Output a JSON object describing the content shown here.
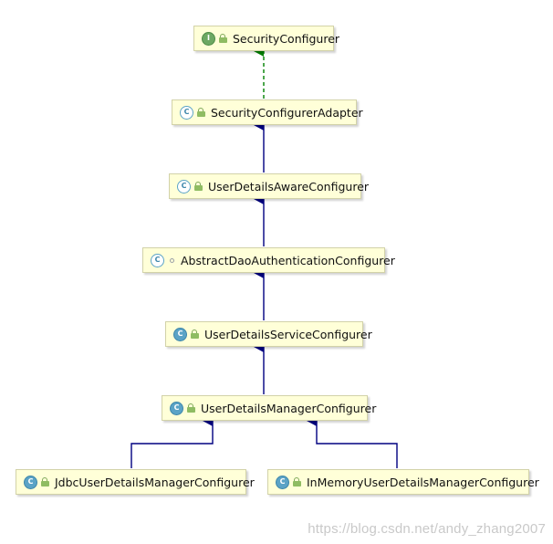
{
  "diagram": {
    "nodes": [
      {
        "id": "security-configurer",
        "label": "SecurityConfigurer",
        "kind": "interface",
        "badge_letter": "I",
        "icon_name": "interface-icon"
      },
      {
        "id": "security-configurer-adapter",
        "label": "SecurityConfigurerAdapter",
        "kind": "abstract-class",
        "badge_letter": "C",
        "icon_name": "abstract-class-icon"
      },
      {
        "id": "user-details-aware-configurer",
        "label": "UserDetailsAwareConfigurer",
        "kind": "abstract-class",
        "badge_letter": "C",
        "icon_name": "abstract-class-icon"
      },
      {
        "id": "abstract-dao-authentication-configurer",
        "label": "AbstractDaoAuthenticationConfigurer",
        "kind": "abstract-class",
        "badge_letter": "C",
        "icon_name": "abstract-class-icon"
      },
      {
        "id": "user-details-service-configurer",
        "label": "UserDetailsServiceConfigurer",
        "kind": "class",
        "badge_letter": "C",
        "icon_name": "class-icon"
      },
      {
        "id": "user-details-manager-configurer",
        "label": "UserDetailsManagerConfigurer",
        "kind": "class",
        "badge_letter": "C",
        "icon_name": "class-icon"
      },
      {
        "id": "jdbc-user-details-manager-configurer",
        "label": "JdbcUserDetailsManagerConfigurer",
        "kind": "class",
        "badge_letter": "C",
        "icon_name": "class-icon"
      },
      {
        "id": "in-memory-user-details-manager-configurer",
        "label": "InMemoryUserDetailsManagerConfigurer",
        "kind": "class",
        "badge_letter": "C",
        "icon_name": "class-icon"
      }
    ],
    "edges": [
      {
        "from": "security-configurer-adapter",
        "to": "security-configurer",
        "type": "implements"
      },
      {
        "from": "user-details-aware-configurer",
        "to": "security-configurer-adapter",
        "type": "extends"
      },
      {
        "from": "abstract-dao-authentication-configurer",
        "to": "user-details-aware-configurer",
        "type": "extends"
      },
      {
        "from": "user-details-service-configurer",
        "to": "abstract-dao-authentication-configurer",
        "type": "extends"
      },
      {
        "from": "user-details-manager-configurer",
        "to": "user-details-service-configurer",
        "type": "extends"
      },
      {
        "from": "jdbc-user-details-manager-configurer",
        "to": "user-details-manager-configurer",
        "type": "extends"
      },
      {
        "from": "in-memory-user-details-manager-configurer",
        "to": "user-details-manager-configurer",
        "type": "extends"
      }
    ],
    "colors": {
      "extends_edge": "#000080",
      "implements_edge": "#008000",
      "node_fill": "#ffffd8"
    }
  },
  "watermark": "https://blog.csdn.net/andy_zhang2007"
}
